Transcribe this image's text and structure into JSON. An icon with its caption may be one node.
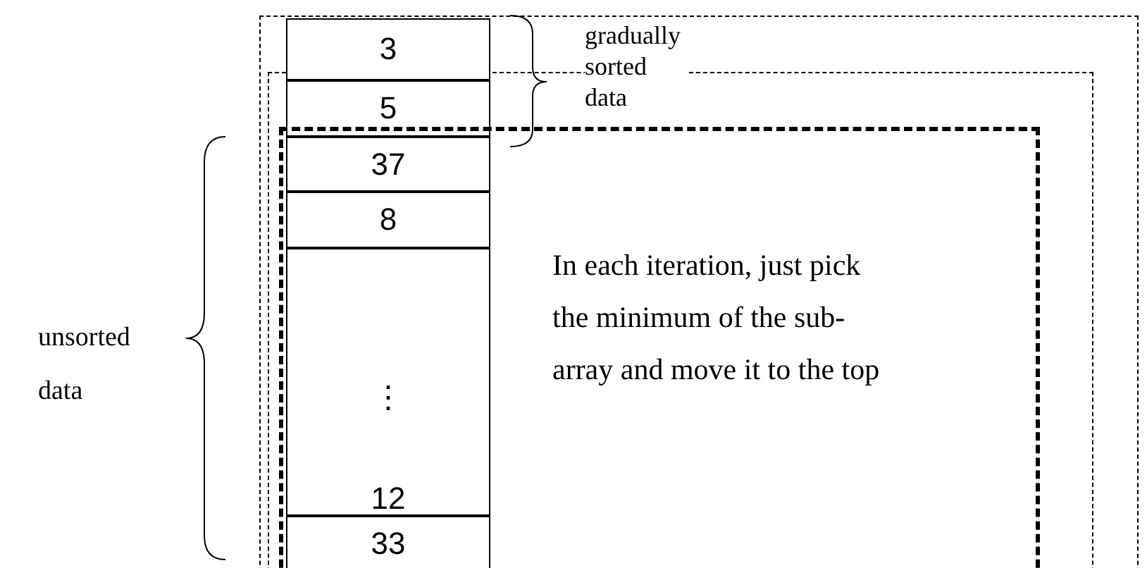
{
  "diagram": {
    "nodes": [
      {
        "text": [
          "3"
        ]
      },
      {
        "text": [
          "5"
        ]
      },
      {
        "text": [
          "In each iteration, just pick the minimum of the sub-array and move it to the top"
        ]
      },
      {
        "text": [
          "37"
        ],
        "in": 2
      },
      {
        "text": [
          "8"
        ],
        "in": 2
      },
      {
        "text": [
          "⋮",
          "12"
        ],
        "in": 2
      },
      {
        "text": [
          "33"
        ],
        "in": 2
      }
    ],
    "labels": [
      "gradually sorted data",
      "unsorted data"
    ]
  }
}
